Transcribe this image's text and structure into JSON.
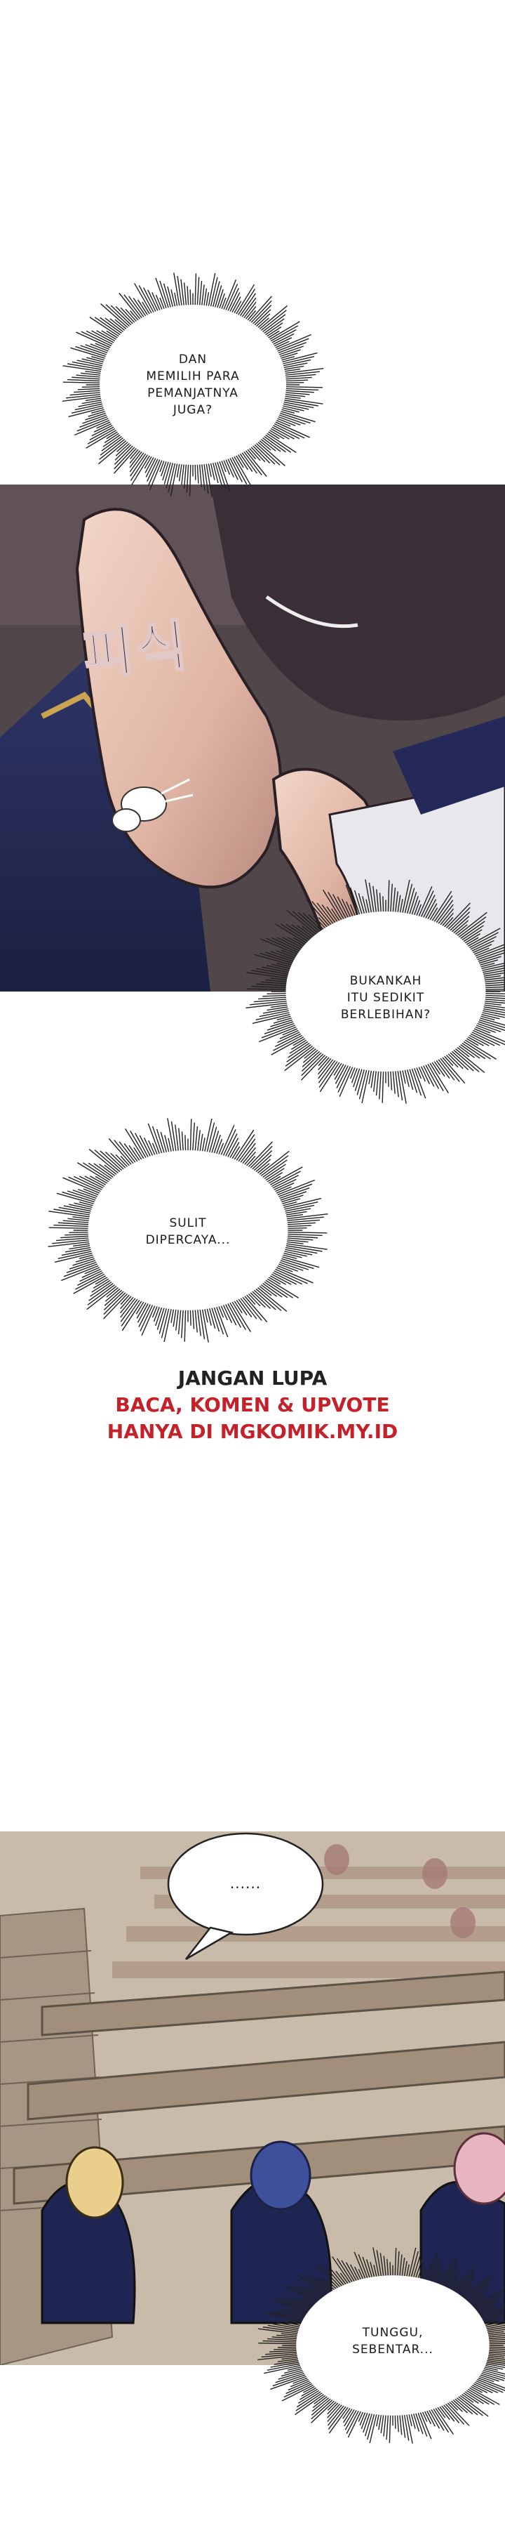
{
  "colors": {
    "background": "#ffffff",
    "balloon_fill": "#ffffff",
    "balloon_spike": "#222222",
    "ad_dark": "#222222",
    "ad_red": "#c4222a"
  },
  "balloons": {
    "b1": "DAN\nMEMILIH PARA\nPEMANJATNYA\nJUGA?",
    "b2": "BUKANKAH\nITU SEDIKIT\nBERLEBIHAN?",
    "b3": "SULIT\nDIPERCAYA...",
    "b4": "......",
    "b5": "TUNGGU,\nSEBENTAR..."
  },
  "sfx": "피식",
  "ad": {
    "line1": "JANGAN LUPA",
    "line2": "BACA, KOMEN & UPVOTE",
    "line3": "HANYA DI MGKOMIK.MY.ID"
  }
}
